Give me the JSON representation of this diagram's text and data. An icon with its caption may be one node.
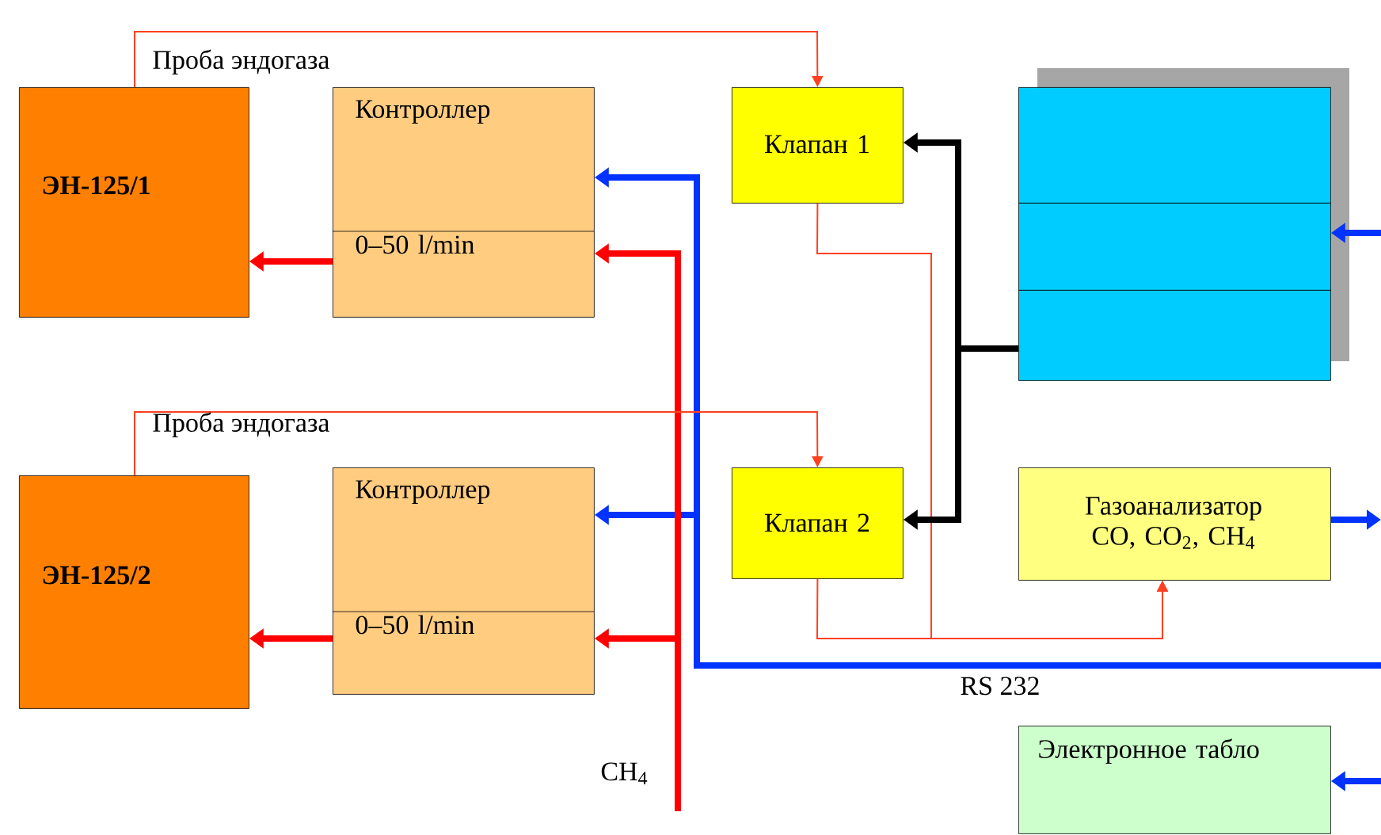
{
  "diagram": {
    "nodes": [
      {
        "text": [
          "ЭН-125/1"
        ]
      },
      {
        "text": [
          "Контроллер",
          "0–50 l/min"
        ]
      },
      {
        "text": [
          "Клапан 1"
        ]
      },
      {
        "text": [],
        "shape": "box"
      },
      {
        "text": [],
        "shape": "box"
      },
      {
        "text": [],
        "shape": "box"
      },
      {
        "text": [
          "ЭН-125/2"
        ]
      },
      {
        "text": [
          "Контроллер",
          "0–50 l/min"
        ]
      },
      {
        "text": [
          "Клапан 2"
        ]
      },
      {
        "text": [
          "Газоанализатор CO, CO$_{2}$, CH$_{4}$"
        ]
      },
      {
        "text": [
          "Электронное табло"
        ]
      }
    ],
    "edges": [
      {
        "from": 1,
        "to": 0,
        "arrow": "to",
        "color": "#ff0000"
      },
      {
        "from": 0,
        "to": 2,
        "arrow": "to",
        "color": "#ff4020"
      },
      {
        "from": 2,
        "to": 9,
        "arrow": "to",
        "color": "#ff4020"
      },
      {
        "from": 5,
        "to": 2,
        "arrow": "to",
        "color": "#000000"
      },
      {
        "from": 5,
        "to": 8,
        "arrow": "to",
        "color": "#000000"
      },
      {
        "from": null,
        "to": 4,
        "arrow": "to"
      },
      {
        "from": null,
        "to": 1,
        "arrow": "to"
      },
      {
        "from": null,
        "to": 7,
        "arrow": "to"
      },
      {
        "from": 9,
        "to": null,
        "arrow": "to"
      },
      {
        "from": null,
        "to": 10,
        "arrow": "to"
      },
      {
        "from": null,
        "to": 1,
        "arrow": "to",
        "color": "#ff0000"
      },
      {
        "from": null,
        "to": 7,
        "arrow": "to",
        "color": "#ff0000"
      },
      {
        "from": 7,
        "to": 6,
        "arrow": "to",
        "color": "#ff0000"
      },
      {
        "from": 6,
        "to": 8,
        "arrow": "to",
        "color": "#ff4020"
      },
      {
        "from": 8,
        "to": 9,
        "arrow": "to",
        "color": "#ff4020"
      }
    ],
    "labels": [
      "Проба эндогаза",
      "Проба эндогаза",
      "RS 232",
      "CH$_{4}$"
    ]
  }
}
